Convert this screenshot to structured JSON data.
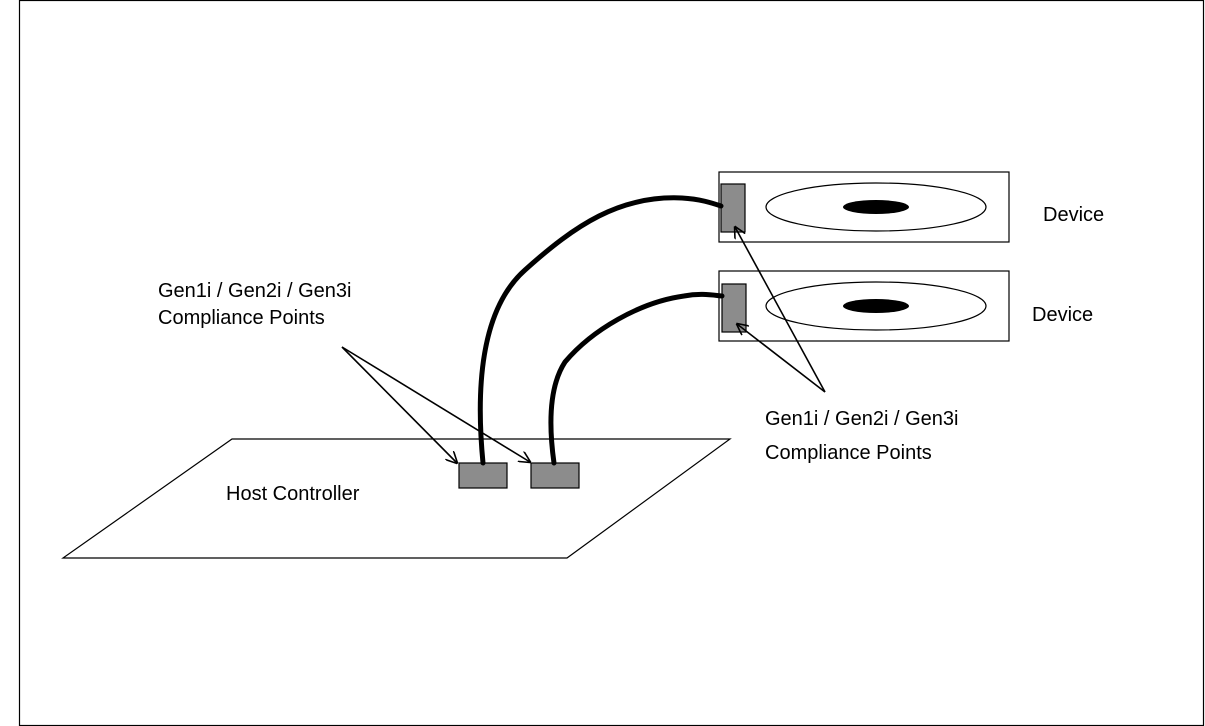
{
  "diagram": {
    "host_label": "Host Controller",
    "device_labels": [
      "Device",
      "Device"
    ],
    "left_compliance_label": [
      "Gen1i / Gen2i / Gen3i",
      "Compliance Points"
    ],
    "right_compliance_label": [
      "Gen1i / Gen2i / Gen3i",
      "Compliance Points"
    ]
  },
  "colors": {
    "line": "#000000",
    "connector_fill": "#8c8c8c",
    "background": "#ffffff"
  }
}
